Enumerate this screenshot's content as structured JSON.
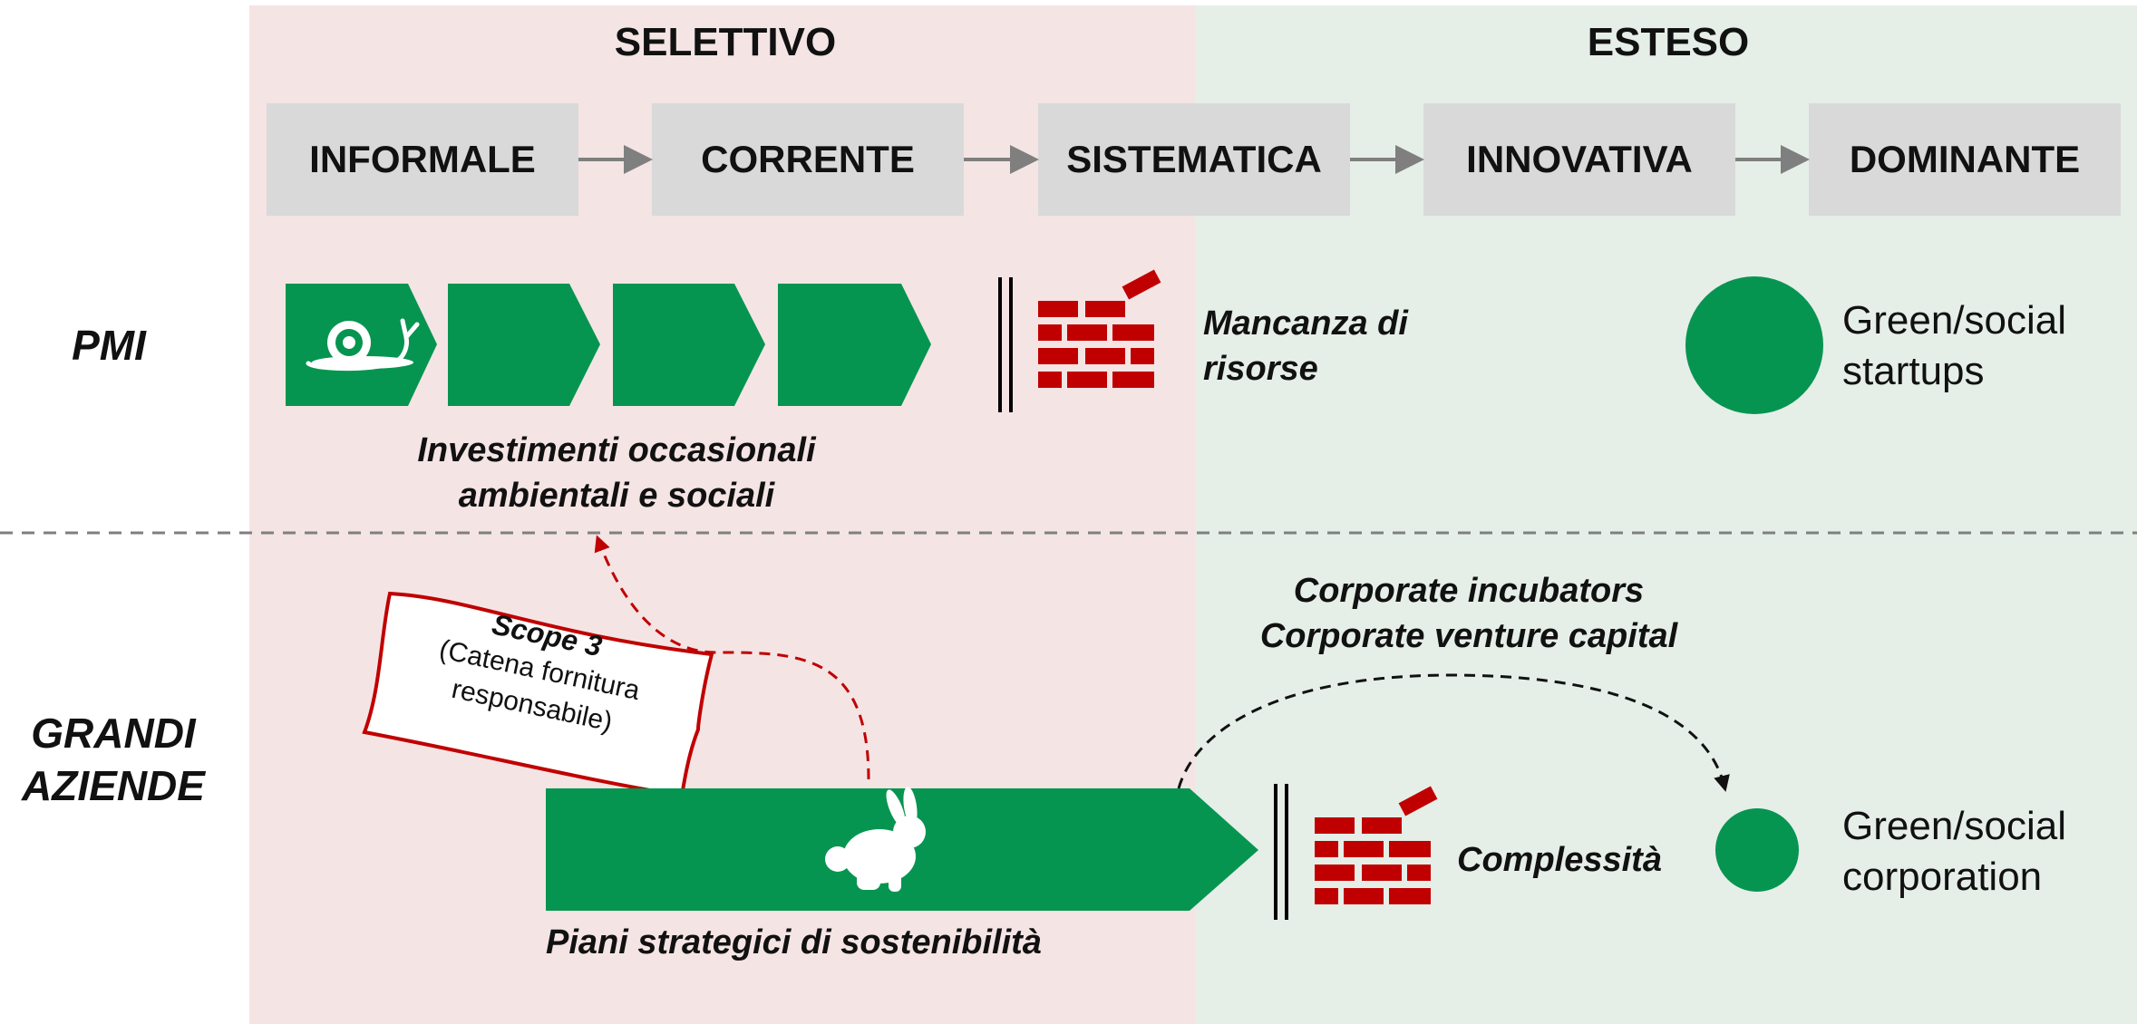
{
  "columns": {
    "selective": "SELETTIVO",
    "extended": "ESTESO"
  },
  "stages": [
    "INFORMALE",
    "CORRENTE",
    "SISTEMATICA",
    "INNOVATIVA",
    "DOMINANTE"
  ],
  "rows": {
    "sme": "PMI",
    "large_line1": "GRANDI",
    "large_line2": "AZIENDE"
  },
  "sme": {
    "caption_line1": "Investimenti occasionali",
    "caption_line2": "ambientali e sociali",
    "barrier_line1": "Mancanza di",
    "barrier_line2": "risorse",
    "outcome_line1": "Green/social",
    "outcome_line2": "startups",
    "icon": "snail-icon"
  },
  "large": {
    "caption": "Piani strategici di sostenibilità",
    "barrier": "Complessità",
    "mechanism_line1": "Corporate incubators",
    "mechanism_line2": "Corporate venture capital",
    "outcome_line1": "Green/social",
    "outcome_line2": "corporation",
    "icon": "rabbit-icon"
  },
  "scope_note": {
    "line1": "Scope 3",
    "line2": "(Catena fornitura",
    "line3": "responsabile)"
  },
  "colors": {
    "green": "#069550",
    "brick": "#c00000",
    "selective_bg": "#f5e4e4",
    "extended_bg": "#e6eee8",
    "stage_bg": "#d9d9d9"
  }
}
